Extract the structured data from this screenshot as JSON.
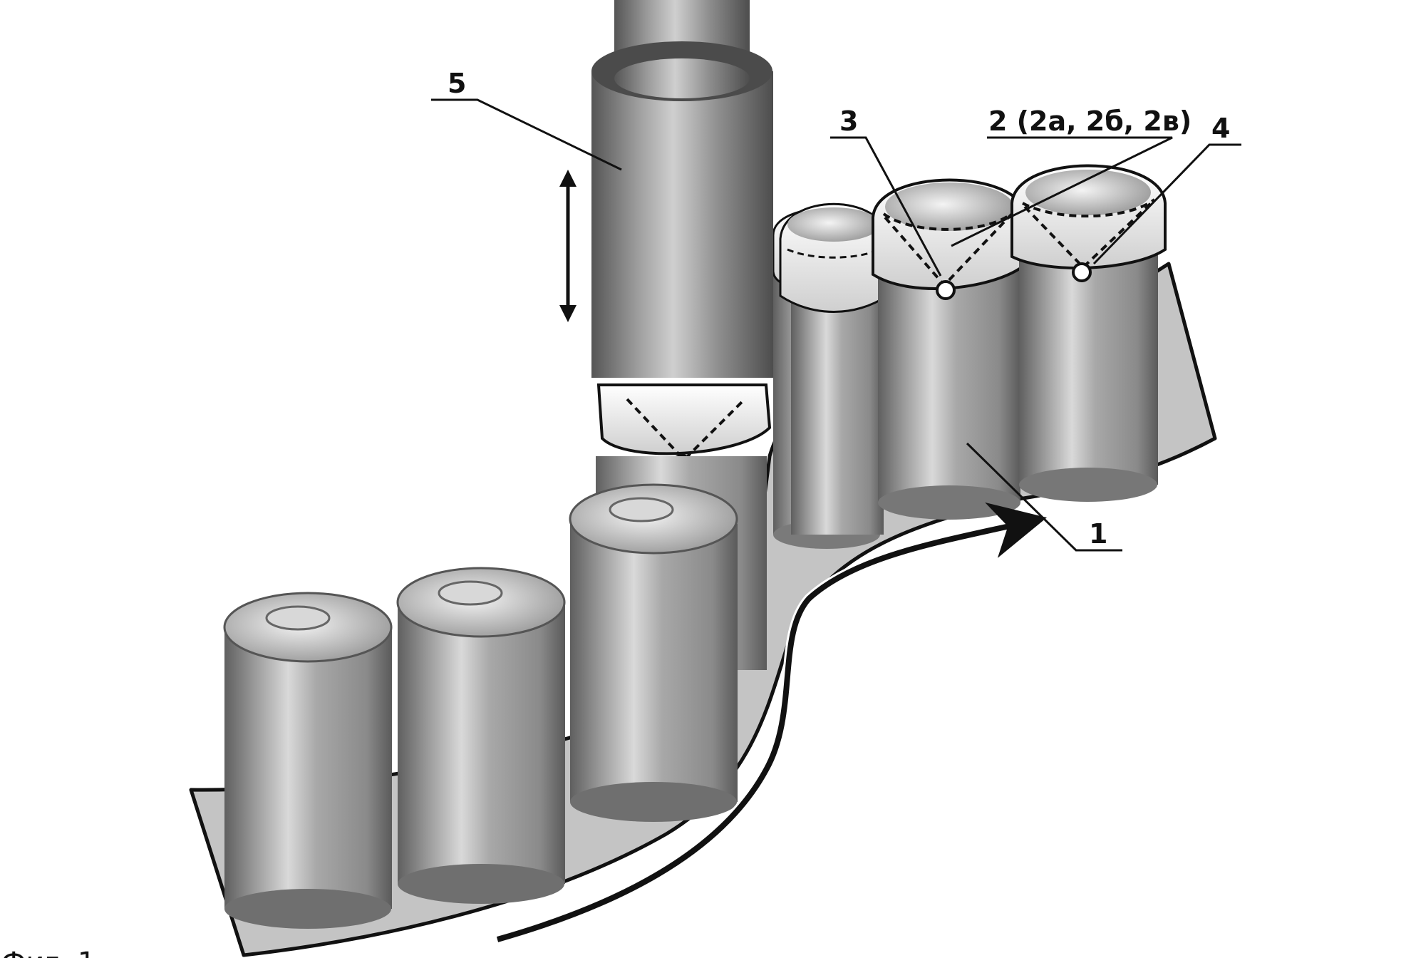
{
  "diagram": {
    "callouts": [
      {
        "id": "c1",
        "label": "1"
      },
      {
        "id": "c2",
        "label": "2 (2a, 2б, 2в)"
      },
      {
        "id": "c3",
        "label": "3"
      },
      {
        "id": "c4",
        "label": "4"
      },
      {
        "id": "c5",
        "label": "5"
      }
    ],
    "corner_caption": "Фиг. 1"
  },
  "colors": {
    "conveyor": "#c4c4c4",
    "outline": "#111111",
    "can_body": "#9e9e9e",
    "can_dark": "#6f6f6f",
    "can_light": "#e6e6e6",
    "cap": "#f2f2f2"
  }
}
